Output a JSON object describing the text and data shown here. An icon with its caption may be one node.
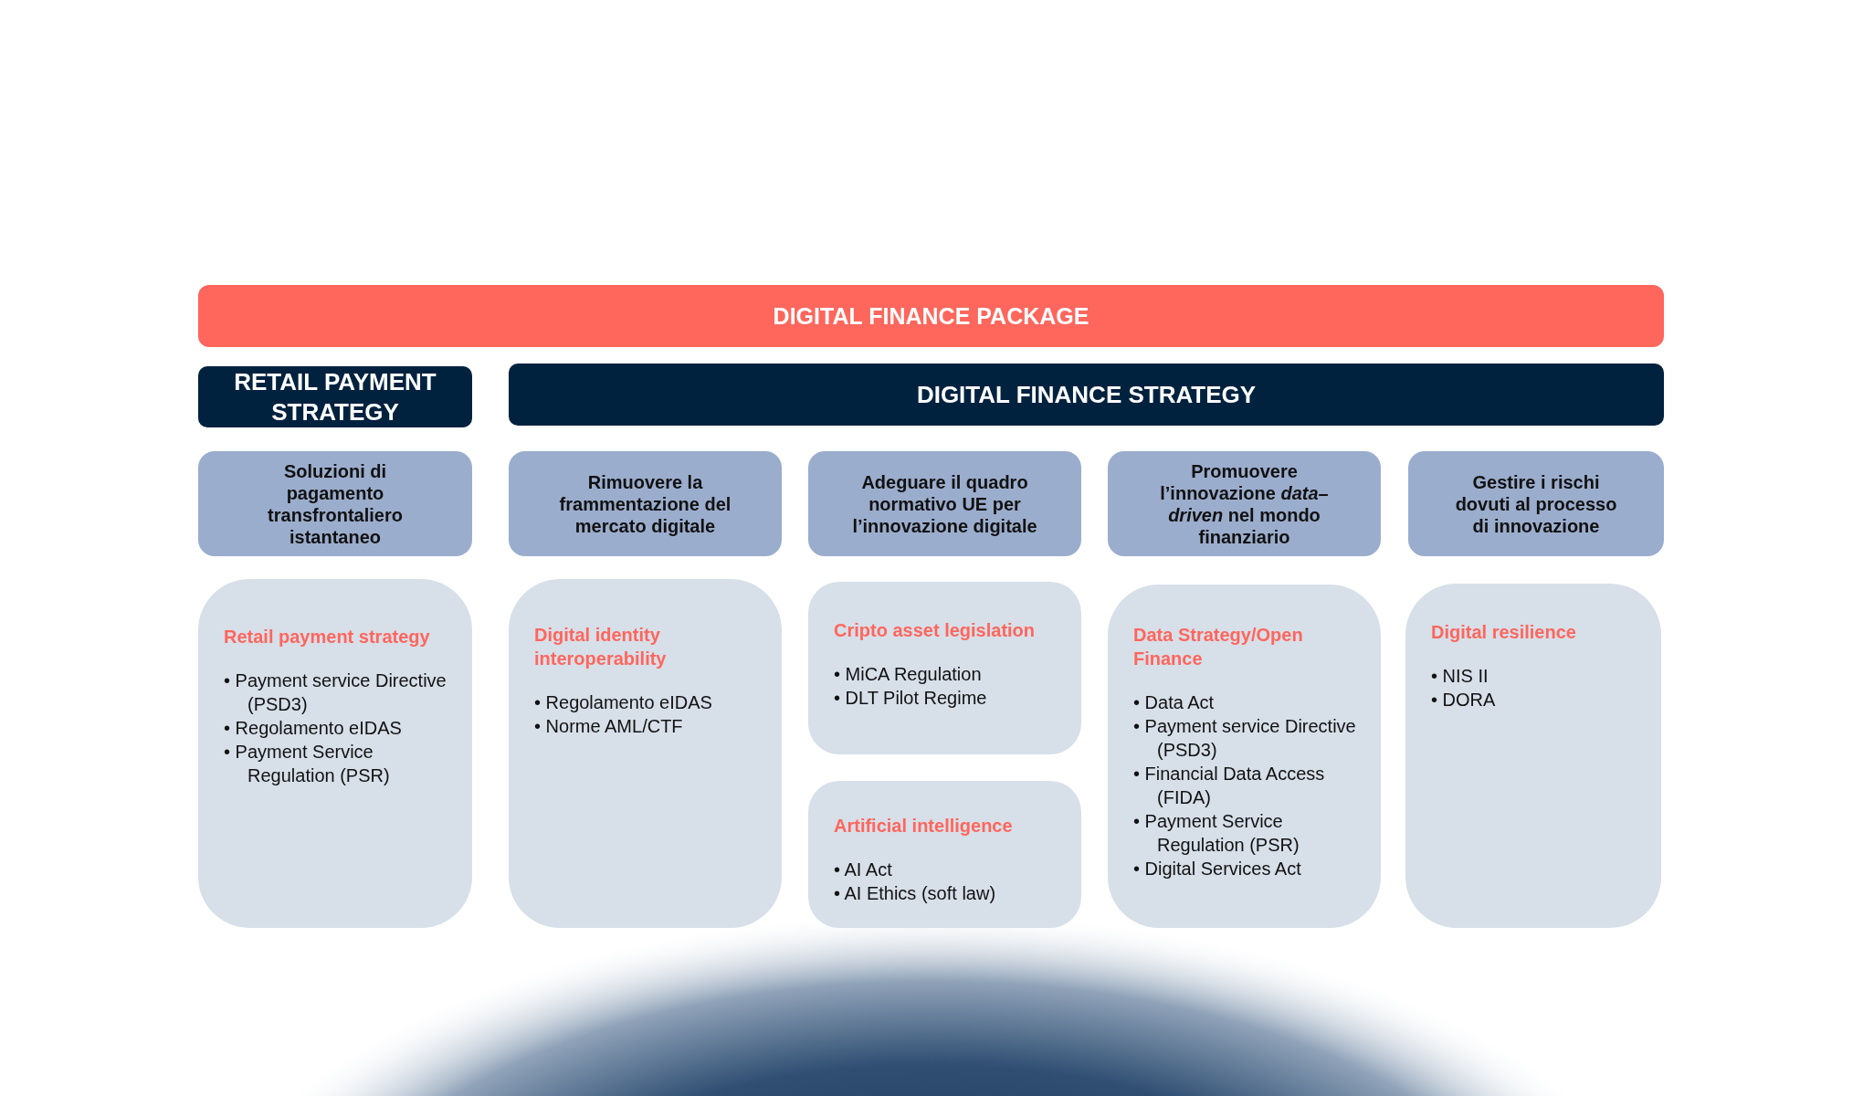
{
  "diagram": {
    "nodes": [
      {
        "text": [
          "DIGITAL FINANCE PACKAGE"
        ]
      },
      {
        "text": [
          "RETAIL PAYMENT STRATEGY"
        ]
      },
      {
        "text": [
          "DIGITAL FINANCE STRATEGY"
        ]
      },
      {
        "text": [
          "Soluzioni di pagamento transfrontaliero istantaneo"
        ]
      },
      {
        "text": [
          "Rimuovere la frammentazione del mercato digitale"
        ]
      },
      {
        "text": [
          "Adeguare il quadro normativo UE per l’innovazione digitale"
        ]
      },
      {
        "text": [
          "Promuovere l’innovazione *data–driven* nel mondo finanziario"
        ]
      },
      {
        "text": [
          "Gestire i rischi dovuti al processo di innovazione"
        ]
      },
      {
        "text": [
          "Retail payment strategy",
          "• Payment service Directive (PSD3)",
          "• Regolamento eIDAS",
          "• Payment Service Regulation (PSR)"
        ]
      },
      {
        "text": [
          "Digital identity interoperability",
          "• Regolamento eIDAS",
          "• Norme AML/CTF"
        ]
      },
      {
        "text": [
          "Cripto asset legislation",
          "• MiCA Regulation",
          "• DLT Pilot Regime"
        ]
      },
      {
        "text": [
          "Artificial intelligence",
          "• AI Act",
          "• AI Ethics (soft law)"
        ]
      },
      {
        "text": [
          "Data Strategy/Open Finance",
          "• Data Act",
          "• Payment service Directive (PSD3)",
          "• Financial Data Access (FIDA)",
          "• Payment Service Regulation (PSR)",
          "• Digital Services Act"
        ]
      },
      {
        "text": [
          "Digital resilience",
          "• NIS II",
          "• DORA"
        ]
      }
    ]
  }
}
